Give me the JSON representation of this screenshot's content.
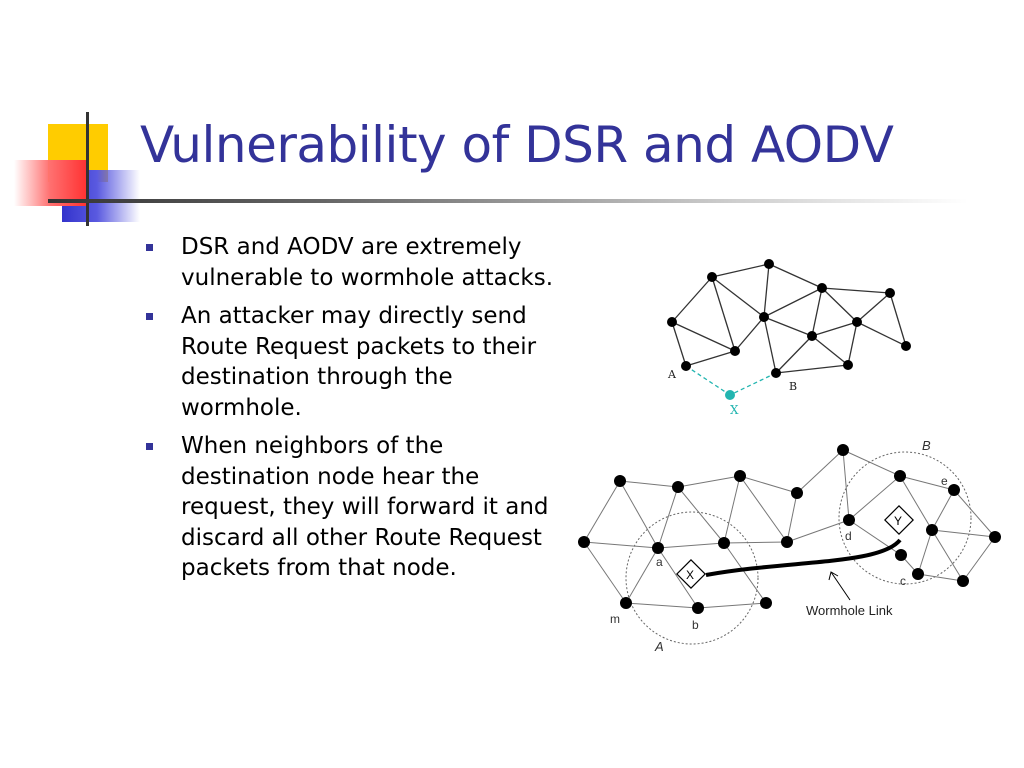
{
  "slide": {
    "title": "Vulnerability of DSR and AODV",
    "bullets": [
      "DSR and AODV are extremely vulnerable to wormhole attacks.",
      "An attacker may directly send Route Request packets to their destination through the wormhole.",
      "When neighbors of the destination node hear the request, they will forward it and discard all other Route Request packets from that node."
    ]
  },
  "colors": {
    "title": "#333399",
    "bullet": "#333399",
    "deco_yellow": "#ffcc00",
    "deco_blue": "#3333cc",
    "deco_red": "#ff3333",
    "attacker_node": "#22b5b0"
  },
  "diagram_top": {
    "labels": {
      "A": "A",
      "B": "B",
      "X": "X"
    }
  },
  "diagram_bottom": {
    "labels": {
      "region_A": "A",
      "region_B": "B",
      "X": "X",
      "Y": "Y",
      "a": "a",
      "b": "b",
      "c": "c",
      "d": "d",
      "e": "e",
      "m": "m",
      "wormhole": "Wormhole Link"
    }
  }
}
